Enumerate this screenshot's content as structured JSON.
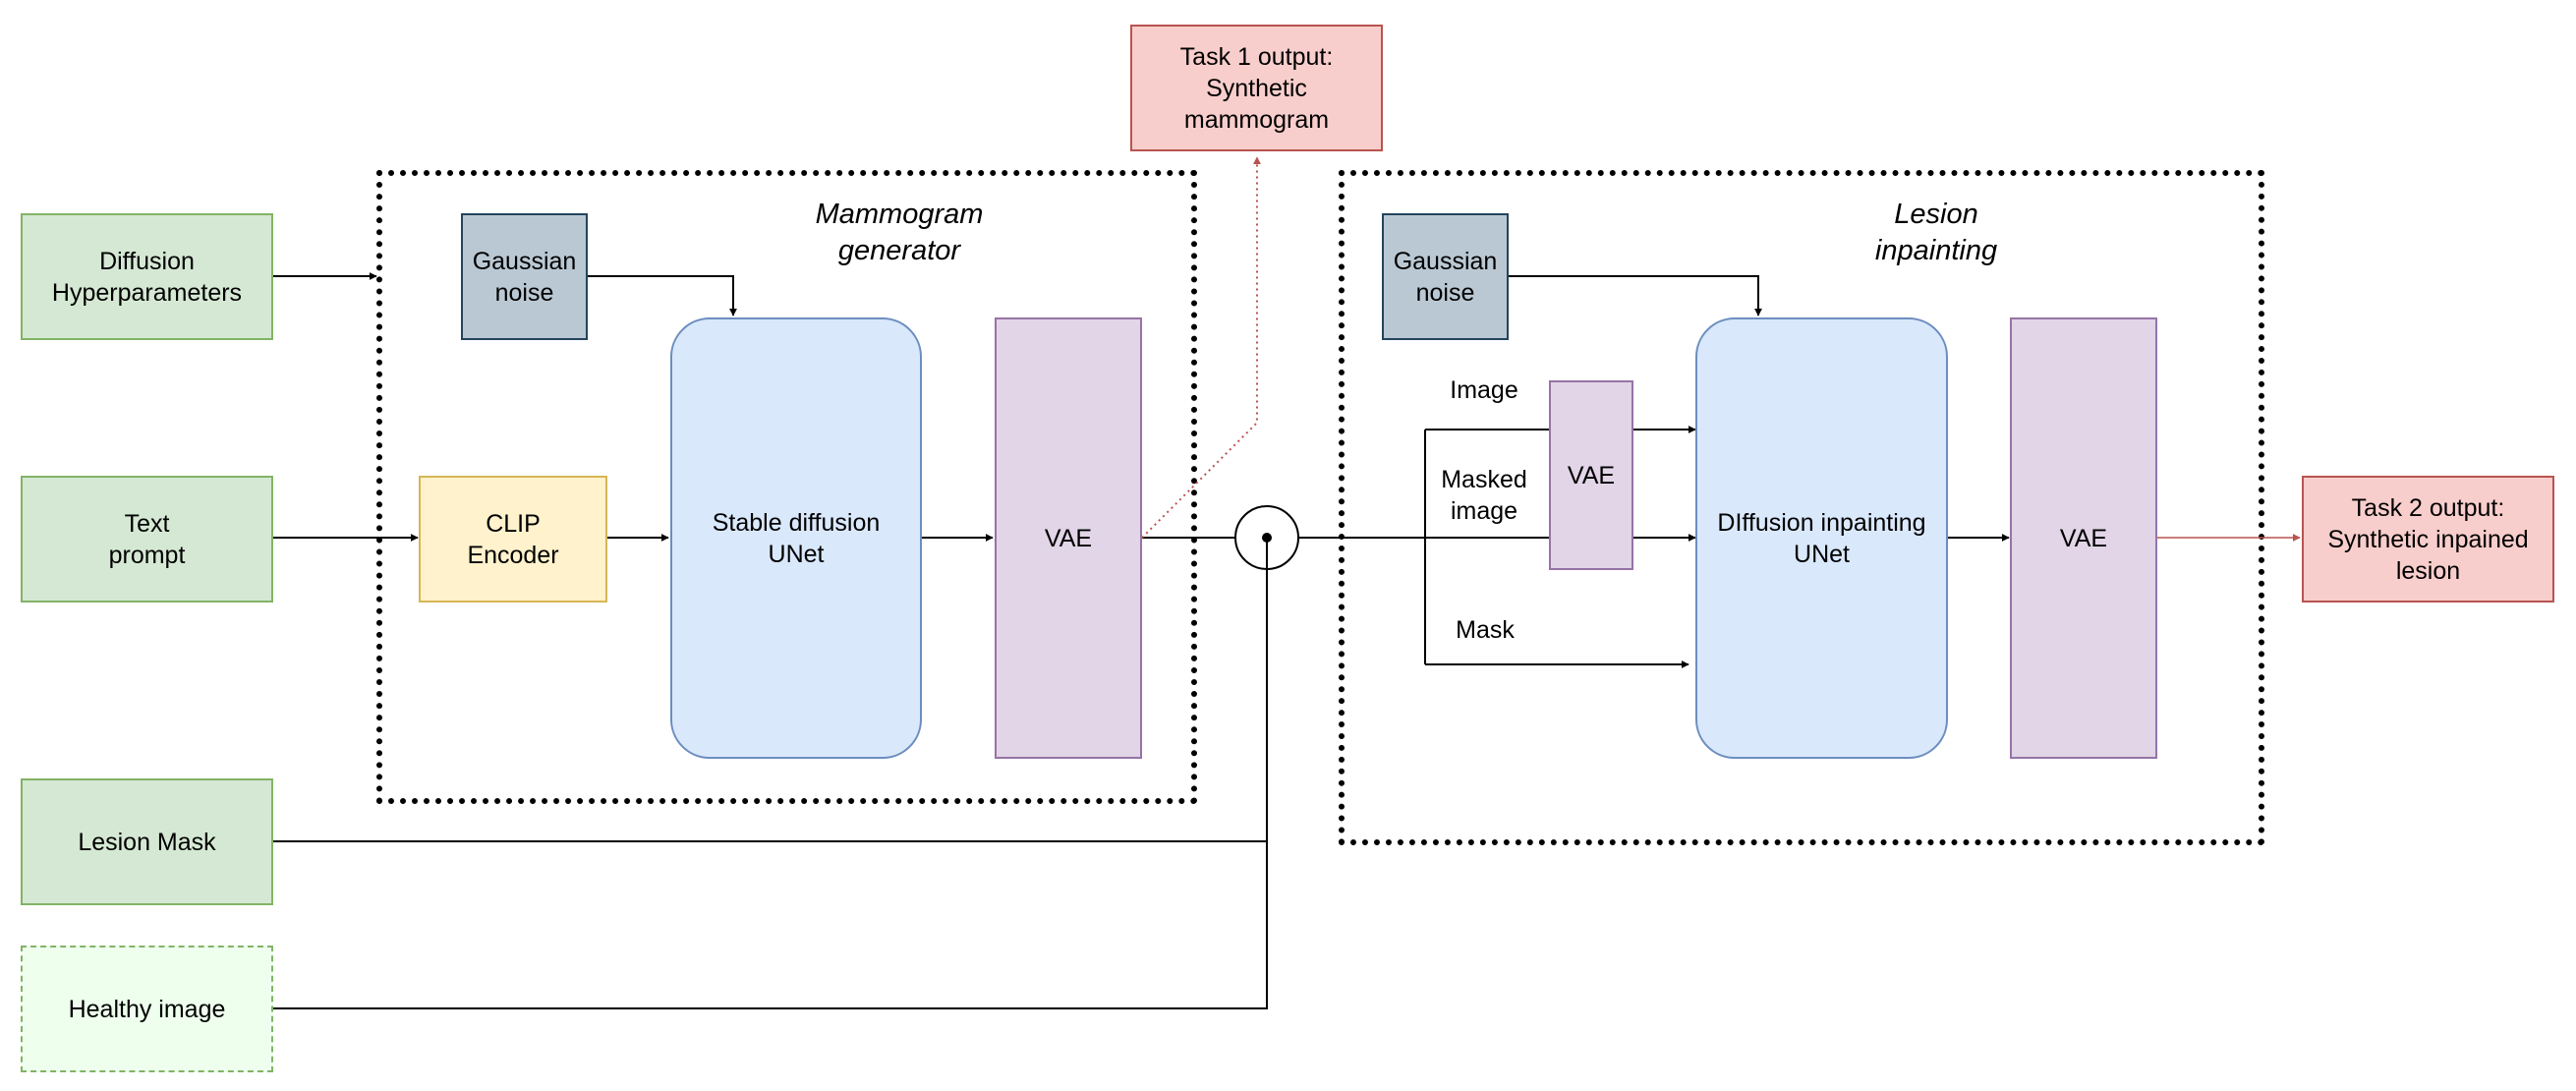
{
  "inputs": {
    "diffusion_hyperparameters": "Diffusion\nHyperparameters",
    "text_prompt": "Text\nprompt",
    "lesion_mask": "Lesion Mask",
    "healthy_image": "Healthy image"
  },
  "mammogram_generator": {
    "title": "Mammogram\ngenerator",
    "gaussian_noise": "Gaussian\nnoise",
    "clip_encoder": "CLIP\nEncoder",
    "unet": "Stable diffusion\nUNet",
    "vae": "VAE"
  },
  "lesion_inpainting": {
    "title": "Lesion\ninpainting",
    "gaussian_noise": "Gaussian\nnoise",
    "vae_encoder": "VAE",
    "unet": "DIffusion inpainting\nUNet",
    "vae": "VAE",
    "edge_labels": {
      "image": "Image",
      "masked_image": "Masked\nimage",
      "mask": "Mask"
    }
  },
  "outputs": {
    "task1": "Task 1 output:\nSynthetic\nmammogram",
    "task2": "Task 2 output:\nSynthetic inpained\nlesion"
  },
  "colors": {
    "input_fill": "#d5e8d4",
    "input_stroke": "#82b366",
    "noise_fill": "#bac8d3",
    "encoder_fill": "#fff2cc",
    "unet_fill": "#dae8fc",
    "vae_fill": "#e1d5e7",
    "output_fill": "#f8cecc",
    "output_edge": "#b85450"
  }
}
